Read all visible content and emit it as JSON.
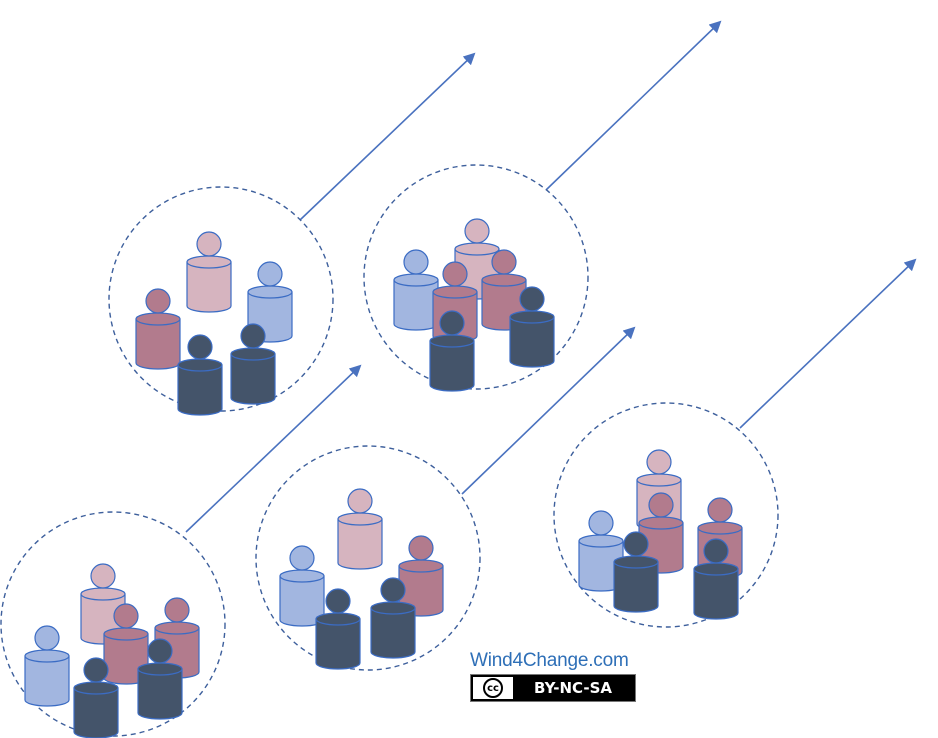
{
  "credit": {
    "site": "Wind4Change.com",
    "license_logo": "cc",
    "license_terms": "BY-NC-SA"
  },
  "colors": {
    "line": "#4a72bf",
    "circle": "#3d5f9c",
    "light_pink": "#d6b4bf",
    "mauve": "#b27b8d",
    "light_blue": "#a2b6e0",
    "dark_slate": "#44546a",
    "stroke": "#3b6cc4"
  },
  "icons": [
    "person-icon",
    "arrow-icon",
    "cc-license-icon"
  ]
}
